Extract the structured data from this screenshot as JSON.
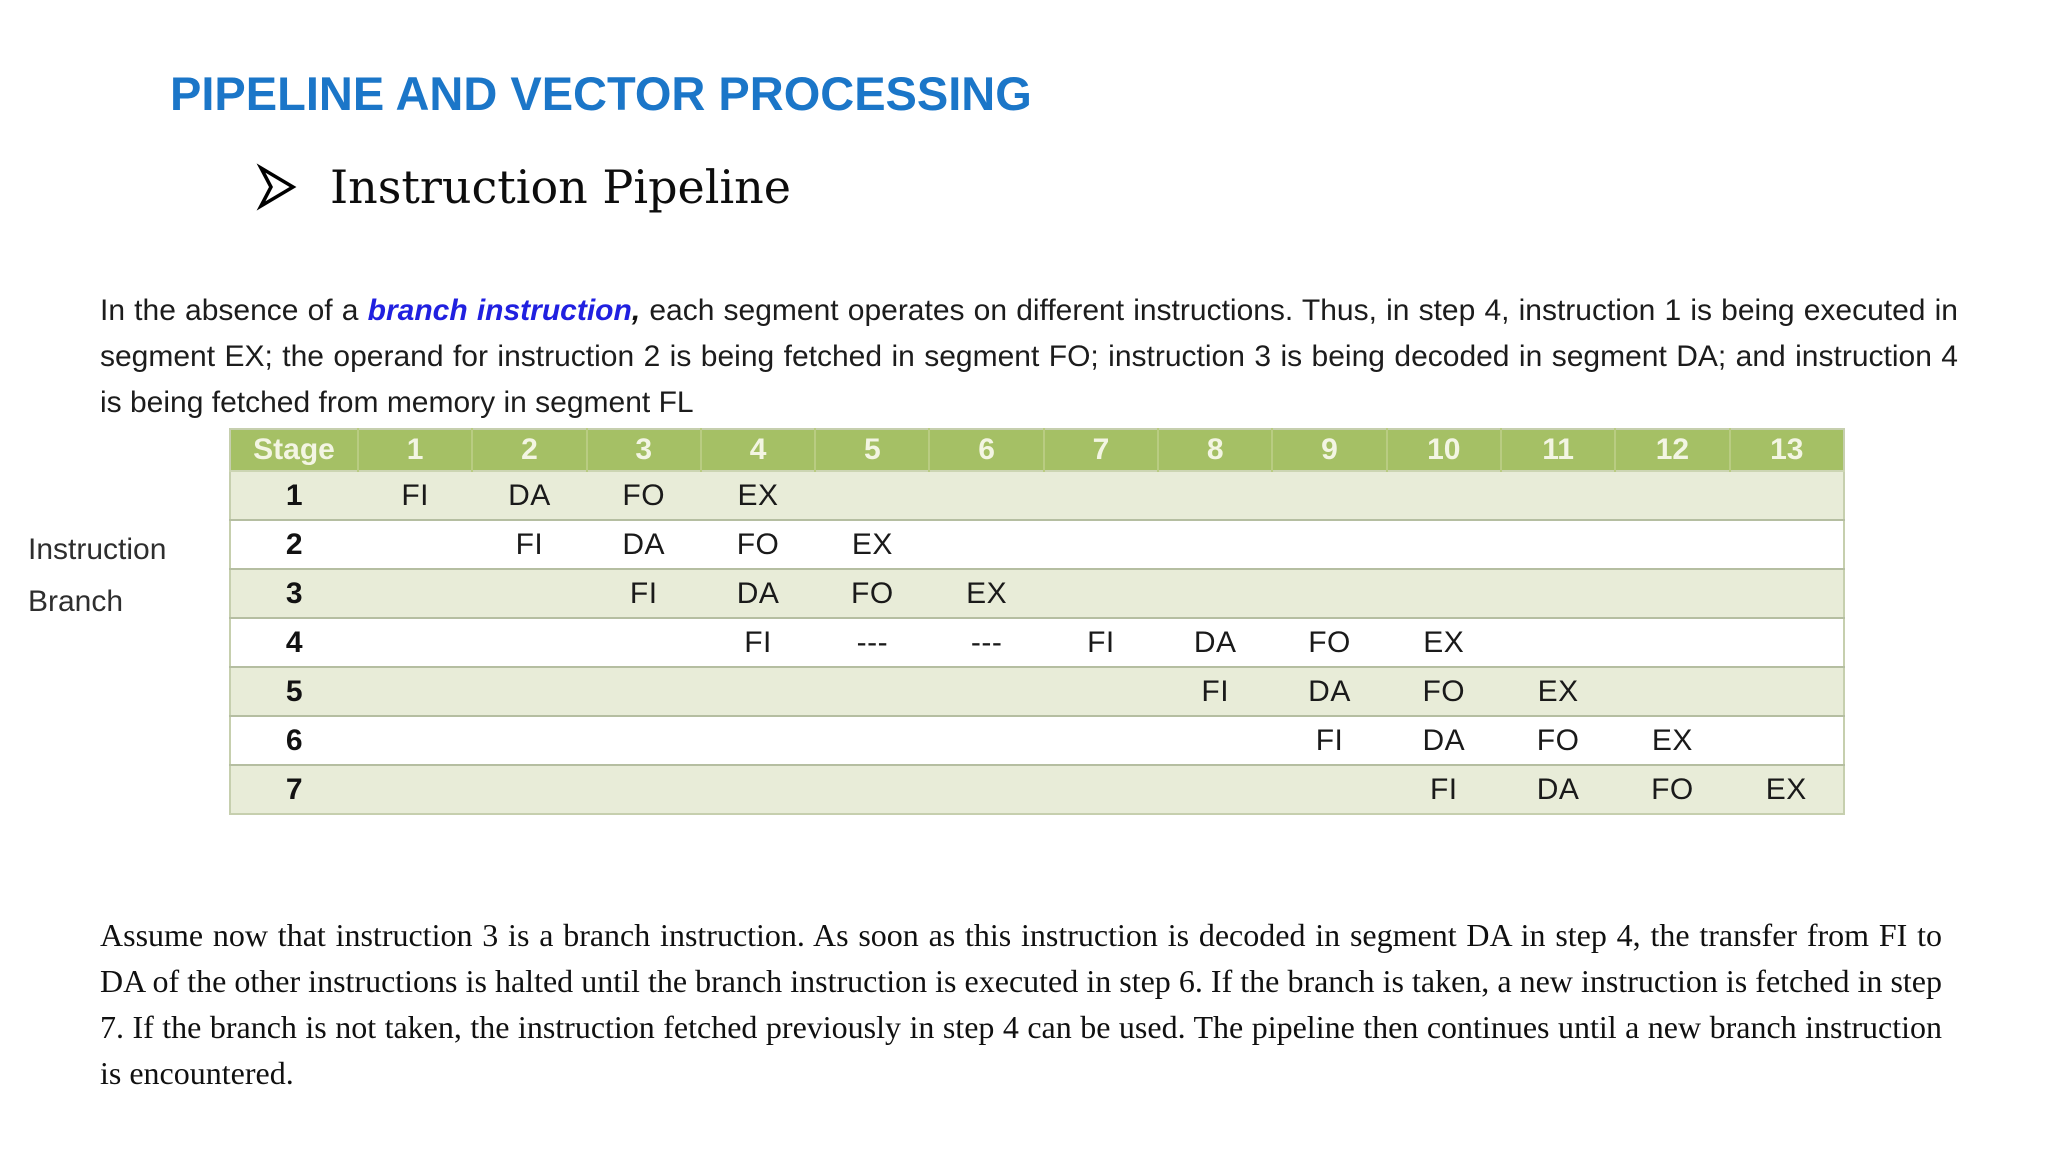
{
  "slide": {
    "title": "PIPELINE AND VECTOR PROCESSING",
    "heading": "Instruction Pipeline",
    "bullet_icon": "arrowhead-right",
    "colors": {
      "title_blue": "#1b76c8",
      "highlight_blue": "#2020e0",
      "header_green": "#a5c065",
      "row_green": "#e8ecd8"
    }
  },
  "paragraph1": {
    "pre": "In the absence of a ",
    "highlight": "branch instruction",
    "comma": ",",
    "post": " each segment operates on different instructions. Thus, in step 4, instruction 1 is being executed in segment EX; the operand for instruction 2 is being fetched in segment FO; instruction 3 is being decoded in segment DA; and instruction 4 is being fetched from memory in segment FL"
  },
  "side_label": {
    "line1": "Instruction",
    "line2": "Branch"
  },
  "pipeline_table": {
    "header": [
      "Stage",
      "1",
      "2",
      "3",
      "4",
      "5",
      "6",
      "7",
      "8",
      "9",
      "10",
      "11",
      "12",
      "13"
    ],
    "rows": [
      {
        "stage": "1",
        "cells": [
          "FI",
          "DA",
          "FO",
          "EX",
          "",
          "",
          "",
          "",
          "",
          "",
          "",
          "",
          ""
        ]
      },
      {
        "stage": "2",
        "cells": [
          "",
          "FI",
          "DA",
          "FO",
          "EX",
          "",
          "",
          "",
          "",
          "",
          "",
          "",
          ""
        ]
      },
      {
        "stage": "3",
        "cells": [
          "",
          "",
          "FI",
          "DA",
          "FO",
          "EX",
          "",
          "",
          "",
          "",
          "",
          "",
          ""
        ]
      },
      {
        "stage": "4",
        "cells": [
          "",
          "",
          "",
          "FI",
          "---",
          "---",
          "FI",
          "DA",
          "FO",
          "EX",
          "",
          "",
          ""
        ]
      },
      {
        "stage": "5",
        "cells": [
          "",
          "",
          "",
          "",
          "",
          "",
          "",
          "FI",
          "DA",
          "FO",
          "EX",
          "",
          ""
        ]
      },
      {
        "stage": "6",
        "cells": [
          "",
          "",
          "",
          "",
          "",
          "",
          "",
          "",
          "FI",
          "DA",
          "FO",
          "EX",
          ""
        ]
      },
      {
        "stage": "7",
        "cells": [
          "",
          "",
          "",
          "",
          "",
          "",
          "",
          "",
          "",
          "FI",
          "DA",
          "FO",
          "EX"
        ]
      }
    ]
  },
  "paragraph2": {
    "text": "Assume now that instruction 3 is a branch instruction. As soon as this instruction is decoded in segment DA in step 4, the transfer from FI to DA of the other instructions is halted until the branch instruction is executed in step 6. If the branch is taken, a new instruction is fetched in step 7. If the branch is not taken, the instruction fetched previously in step 4 can be used. The pipeline then continues until a new branch instruction is encountered."
  }
}
